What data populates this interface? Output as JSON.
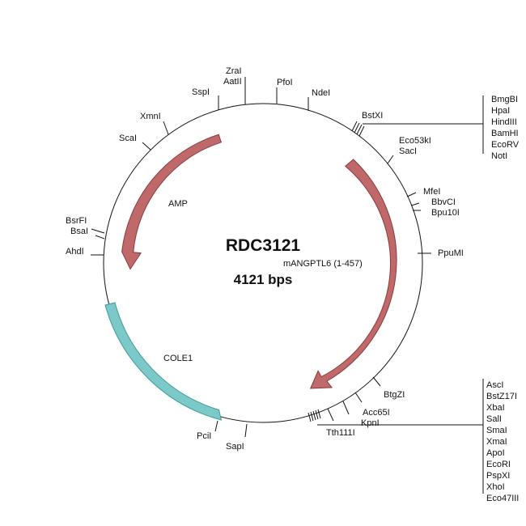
{
  "plasmid": {
    "name": "RDC3121",
    "size_label": "4121 bps"
  },
  "features": [
    {
      "key": "amp",
      "label": "AMP",
      "color": "#c0696b",
      "kind": "arrow"
    },
    {
      "key": "mangptl6",
      "label": "mANGPTL6 (1-457)",
      "color": "#c0696b",
      "kind": "arrow"
    },
    {
      "key": "cole1",
      "label": "COLE1",
      "color": "#7cc9c9",
      "kind": "band"
    }
  ],
  "sites": {
    "zrai_aatii": [
      "ZraI",
      "AatII"
    ],
    "pfoi": "PfoI",
    "ndei": "NdeI",
    "sspi": "SspI",
    "xmni": "XmnI",
    "scai": "ScaI",
    "bstxi": "BstXI",
    "eco53ki_saci": [
      "Eco53kI",
      "SacI"
    ],
    "mfei": "MfeI",
    "bbvci_bpu10i": [
      "BbvCI",
      "Bpu10I"
    ],
    "ppumi": "PpuMI",
    "bsrfi_bsai": [
      "BsrFI",
      "BsaI"
    ],
    "ahdi": "AhdI",
    "btgzi": "BtgZI",
    "acc65i": "Acc65I",
    "kpni": "KpnI",
    "tth111i": "Tth111I",
    "pcii": "PciI",
    "sapi": "SapI",
    "mcs_top": [
      "BmgBI",
      "HpaI",
      "HindIII",
      "BamHI",
      "EcoRV",
      "NotI"
    ],
    "mcs_bottom": [
      "AscI",
      "BstZ17I",
      "XbaI",
      "SalI",
      "SmaI",
      "XmaI",
      "ApoI",
      "EcoRI",
      "PspXI",
      "XhoI",
      "Eco47III"
    ]
  }
}
